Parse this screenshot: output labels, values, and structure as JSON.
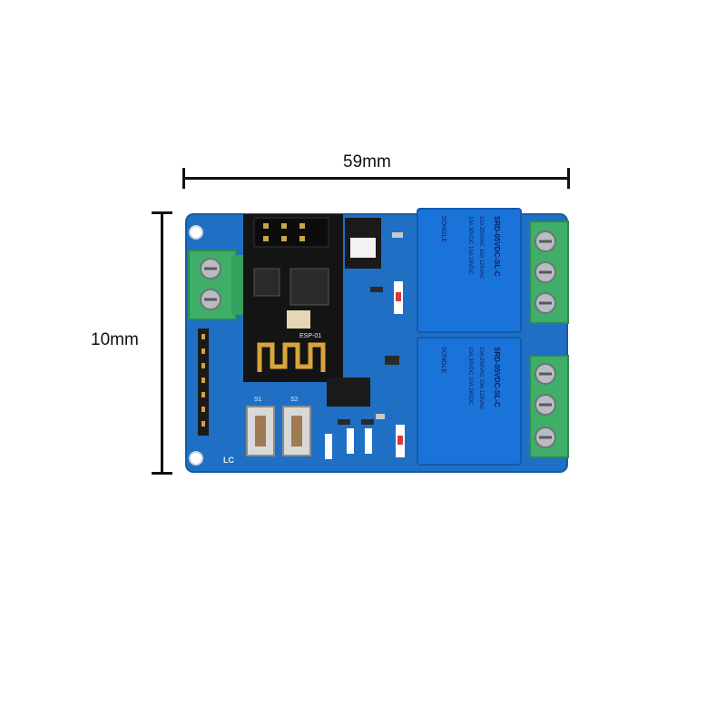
{
  "dimensions": {
    "width_label": "59mm",
    "height_label": "10mm"
  },
  "board": {
    "pcb_color": "#1f6fc4",
    "terminal_color": "#3fae68",
    "relay_color": "#1a73d9",
    "logo_mark": "LC",
    "module_label": "ESP-01",
    "relays": [
      {
        "line1": "SRD-05VDC-SL-C",
        "line2": "10A 250VAC  10A 125VAC",
        "line3": "10A 30VDC  10A 28VDC",
        "brand": "SONGLE"
      },
      {
        "line1": "SRD-05VDC-SL-C",
        "line2": "10A 250VAC  10A 125VAC",
        "line3": "10A 30VDC  10A 28VDC",
        "brand": "SONGLE"
      }
    ],
    "button_labels": [
      "S1",
      "S2"
    ]
  }
}
